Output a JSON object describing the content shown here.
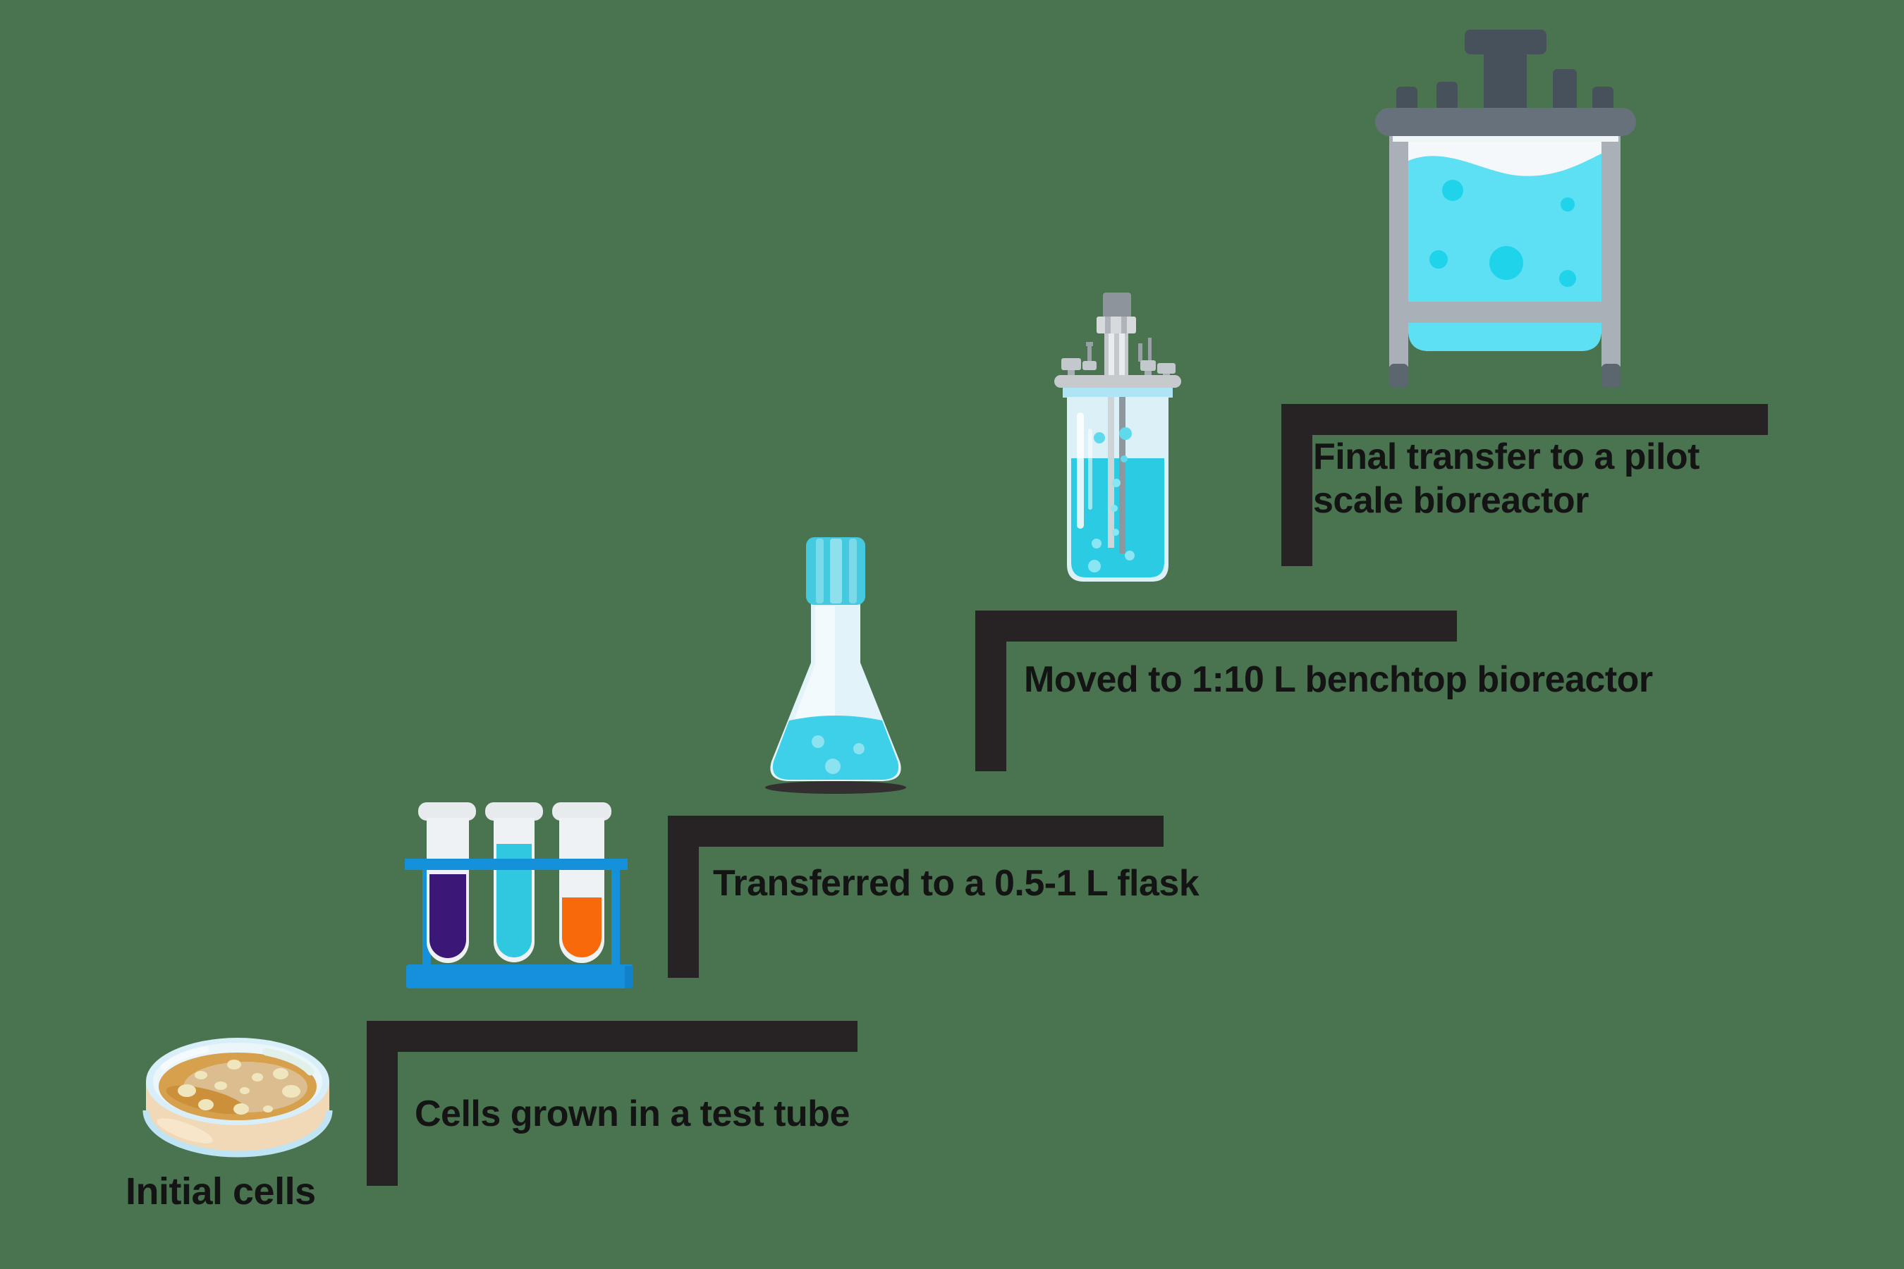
{
  "palette": {
    "background": "#4A7450",
    "step_bar": "#272324",
    "label_text": "#141414",
    "rack_blue": "#1590DB",
    "tube_purple": "#3B1778",
    "tube_cyan": "#2FC8E0",
    "tube_orange": "#F8690B",
    "agar_tan": "#D7A04D",
    "colony_cream": "#EFE6BE",
    "flask_liquid_cyan": "#3ED0E8",
    "bioreactor_liquid_cyan": "#5EE0F4",
    "metal_gray": "#A9B0B7",
    "dark_slate": "#47515B"
  },
  "stages": [
    {
      "id": "initial-cells",
      "icon": "petri-dish-icon",
      "label": "Initial cells"
    },
    {
      "id": "test-tube",
      "icon": "test-tube-rack-icon",
      "label": "Cells grown in a test tube"
    },
    {
      "id": "flask",
      "icon": "erlenmeyer-flask-icon",
      "label": "Transferred to a 0.5-1 L flask"
    },
    {
      "id": "benchtop-bioreactor",
      "icon": "benchtop-bioreactor-icon",
      "label": "Moved to 1:10 L benchtop bioreactor"
    },
    {
      "id": "pilot-bioreactor",
      "icon": "pilot-scale-bioreactor-icon",
      "label": "Final transfer to a pilot\nscale bioreactor"
    }
  ]
}
